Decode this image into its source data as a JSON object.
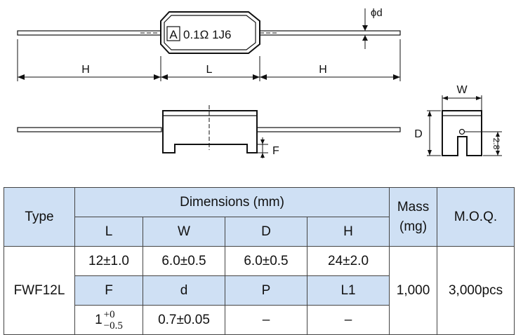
{
  "drawing": {
    "marking": {
      "box_letter": "A",
      "text": "0.1Ω 1J6"
    },
    "dims": {
      "H_left": "H",
      "L": "L",
      "H_right": "H",
      "phi_d": "ϕd",
      "F": "F",
      "W": "W",
      "D": "D",
      "hole": "2.8"
    }
  },
  "table": {
    "type_header": "Type",
    "dimensions_header": "Dimensions (mm)",
    "mass_header_1": "Mass",
    "mass_header_2": "(mg)",
    "moq_header": "M.O.Q.",
    "cols_row1": [
      "L",
      "W",
      "D",
      "H"
    ],
    "vals_row1": [
      "12±1.0",
      "6.0±0.5",
      "6.0±0.5",
      "24±2.0"
    ],
    "cols_row2": [
      "F",
      "d",
      "P",
      "L1"
    ],
    "f_base": "1",
    "f_upper": "+0",
    "f_lower": "−0.5",
    "vals_row2_rest": [
      "0.7±0.05",
      "–",
      "–"
    ],
    "type_value": "FWF12L",
    "mass_value": "1,000",
    "moq_value": "3,000pcs"
  }
}
